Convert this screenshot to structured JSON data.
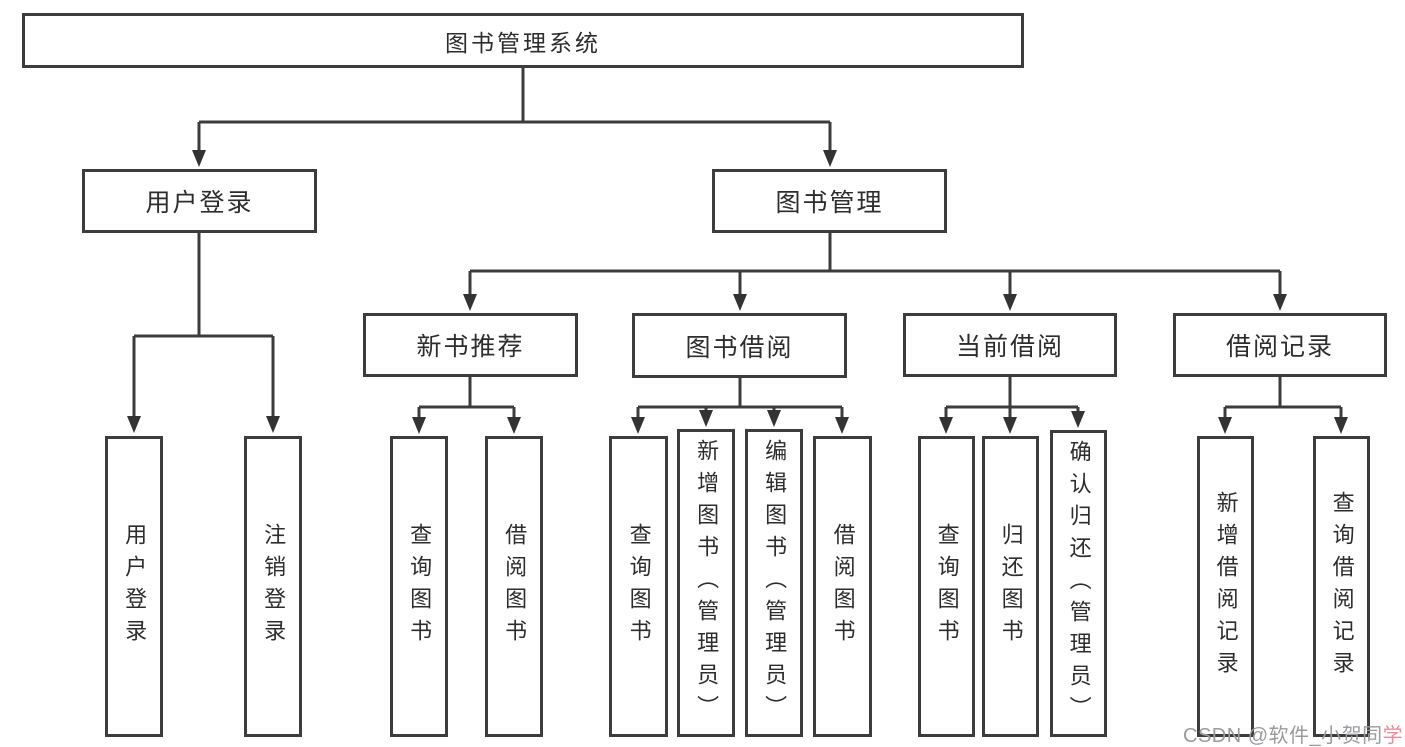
{
  "page": {
    "background": "#ffffff"
  },
  "tree": {
    "label": "图书管理系统",
    "children": [
      {
        "label": "用户登录",
        "children": [
          {
            "label": "用户登录"
          },
          {
            "label": "注销登录"
          }
        ]
      },
      {
        "label": "图书管理",
        "children": [
          {
            "label": "新书推荐",
            "children": [
              {
                "label": "查询图书"
              },
              {
                "label": "借阅图书"
              }
            ]
          },
          {
            "label": "图书借阅",
            "children": [
              {
                "label": "查询图书"
              },
              {
                "label": "新增图书（管理员）"
              },
              {
                "label": "编辑图书（管理员）"
              },
              {
                "label": "借阅图书"
              }
            ]
          },
          {
            "label": "当前借阅",
            "children": [
              {
                "label": "查询图书"
              },
              {
                "label": "归还图书"
              },
              {
                "label": "确认归还（管理员）"
              }
            ]
          },
          {
            "label": "借阅记录",
            "children": [
              {
                "label": "新增借阅记录"
              },
              {
                "label": "查询借阅记录"
              }
            ]
          }
        ]
      }
    ]
  },
  "watermark": {
    "prefix": "CSDN @软件_小贺同",
    "accent": "学"
  },
  "colors": {
    "line": "#3c3c3c",
    "box_border": "#3c3c3c",
    "text": "#2d2d2d",
    "watermark_gray": "#9b9b9f",
    "watermark_pink": "#e98b9d",
    "background": "#ffffff"
  }
}
